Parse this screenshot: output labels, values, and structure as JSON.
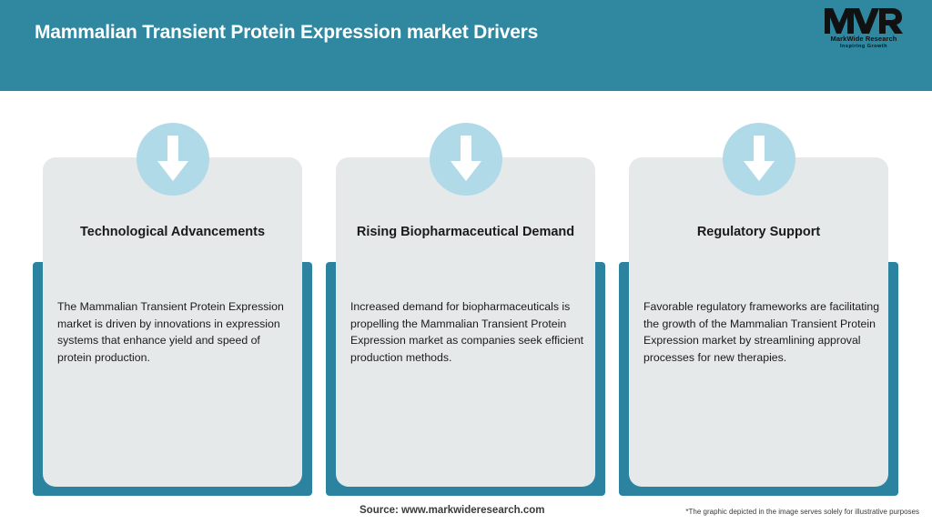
{
  "header": {
    "title": "Mammalian Transient Protein Expression market Drivers",
    "bg_color": "#2F88A0",
    "title_color": "#FFFFFF"
  },
  "logo": {
    "mark": "MWR",
    "name": "MarkWide Research",
    "tagline": "Inspiring Growth"
  },
  "cards": [
    {
      "icon": "arrow-down-icon",
      "title": "Technological Advancements",
      "body": "The Mammalian Transient Protein Expression market is driven by innovations in expression systems that enhance yield and speed of protein production."
    },
    {
      "icon": "arrow-down-icon",
      "title": "Rising Biopharmaceutical Demand",
      "body": "Increased demand for biopharmaceuticals is propelling the Mammalian Transient Protein Expression market as companies seek efficient production methods."
    },
    {
      "icon": "arrow-down-icon",
      "title": "Regulatory Support",
      "body": "Favorable regulatory frameworks are facilitating the growth of the Mammalian Transient Protein Expression market by streamlining approval processes for new therapies."
    }
  ],
  "footer": {
    "source": "Source: www.markwideresearch.com",
    "note": "*The graphic depicted in the image serves solely for illustrative purposes"
  },
  "colors": {
    "header_teal": "#2F88A0",
    "accent_teal": "#2B83A0",
    "card_gray": "#E6E9EA",
    "badge_blue": "#B1DAE8",
    "arrow_white": "#FFFFFF"
  }
}
